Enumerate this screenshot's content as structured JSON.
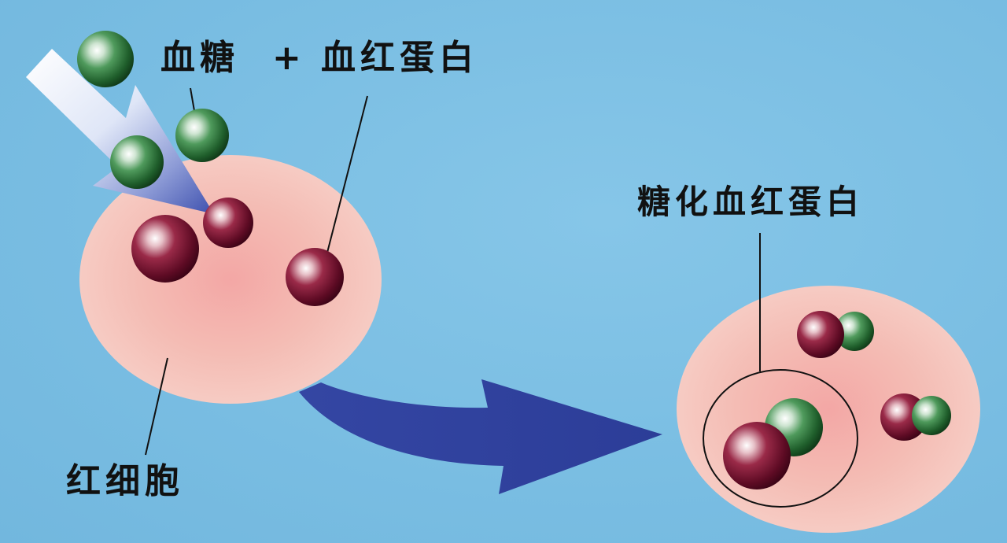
{
  "labels": {
    "blood_sugar": "血糖",
    "plus": "+",
    "hemoglobin": "血红蛋白",
    "glycated_hemoglobin": "糖化血红蛋白",
    "red_blood_cell": "红细胞"
  },
  "colors": {
    "background": "#7ec0e3",
    "cell_fill": "#f2b7b0",
    "glucose_sphere": "#2f7a3e",
    "hemoglobin_sphere": "#7a1232",
    "arrow_blue": "#2e3f9a"
  }
}
